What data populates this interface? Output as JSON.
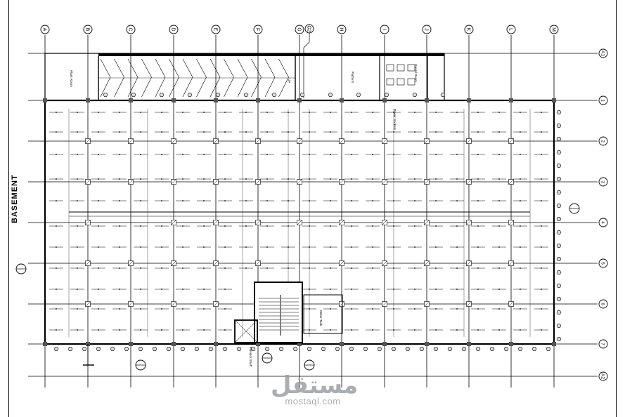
{
  "drawing": {
    "title": "BASEMENT",
    "watermark": {
      "arabic": "مستقل",
      "latin": "mostaql.com"
    }
  },
  "grid": {
    "columns": [
      "A",
      "B",
      "C",
      "D",
      "E",
      "F",
      "G",
      "(G2)",
      "H",
      "I",
      "J",
      "K",
      "L",
      "M"
    ],
    "rows_right": [
      "(A1)",
      "1",
      "2",
      "3",
      "4",
      "5",
      "6",
      "7",
      "(A2)"
    ]
  },
  "room_labels": [
    "Plant Room",
    "Platform",
    "Guard Room",
    "UP",
    "Elevator Shaft",
    "Power Sockets",
    "Water Tank"
  ],
  "colors": {
    "ink": "#000000",
    "hatch": "#444444",
    "watermark": "#9aa0a6"
  }
}
